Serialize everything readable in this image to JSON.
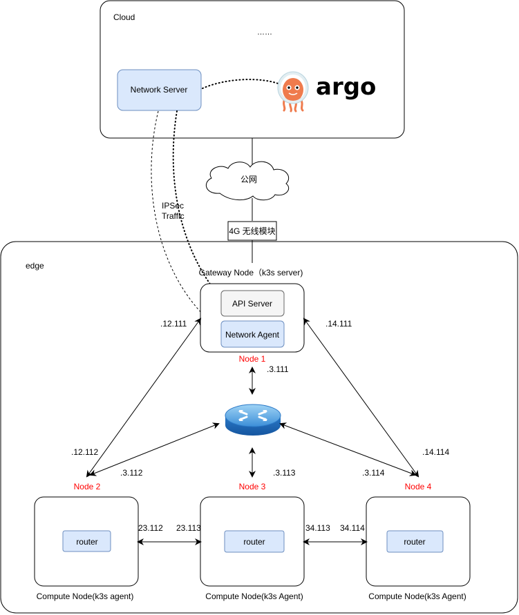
{
  "cloud": {
    "label": "Cloud",
    "ellipsis": "……",
    "network_server": "Network Server",
    "argo_logo_text": "argo"
  },
  "internet": {
    "label": "公网",
    "modem_label": "4G 无线模块",
    "ipsec_label_line1": "IPSec",
    "ipsec_label_line2": "Traffic"
  },
  "edge": {
    "label": "edge",
    "gateway_title": "Gateway Node（k3s server)",
    "api_server": "API Server",
    "network_agent": "Network Agent",
    "node1_label": "Node 1",
    "node2_label": "Node 2",
    "node3_label": "Node 3",
    "node4_label": "Node 4",
    "router_label": "router",
    "compute1_caption": "Compute Node(k3s agent)",
    "compute2_caption": "Compute Node(k3s Agent)",
    "compute3_caption": "Compute Node(k3s Agent)"
  },
  "ips": {
    "ip_12_111": ".12.111",
    "ip_14_111": ".14.111",
    "ip_3_111": ".3.111",
    "ip_12_112": ".12.112",
    "ip_3_112": ".3.112",
    "ip_3_113": ".3.113",
    "ip_3_114": ".3.114",
    "ip_14_114": ".14.114",
    "ip_23_112": "23.112",
    "ip_23_113": "23.113",
    "ip_34_113": "34.113",
    "ip_34_114": "34.114"
  },
  "colors": {
    "node_label_red": "#ff0000",
    "blue_box_fill": "#dae8fc",
    "blue_box_stroke": "#6c8ebf",
    "gray_box_fill": "#f5f5f5",
    "gray_box_stroke": "#666666",
    "argo_orange": "#ef7b4d"
  }
}
